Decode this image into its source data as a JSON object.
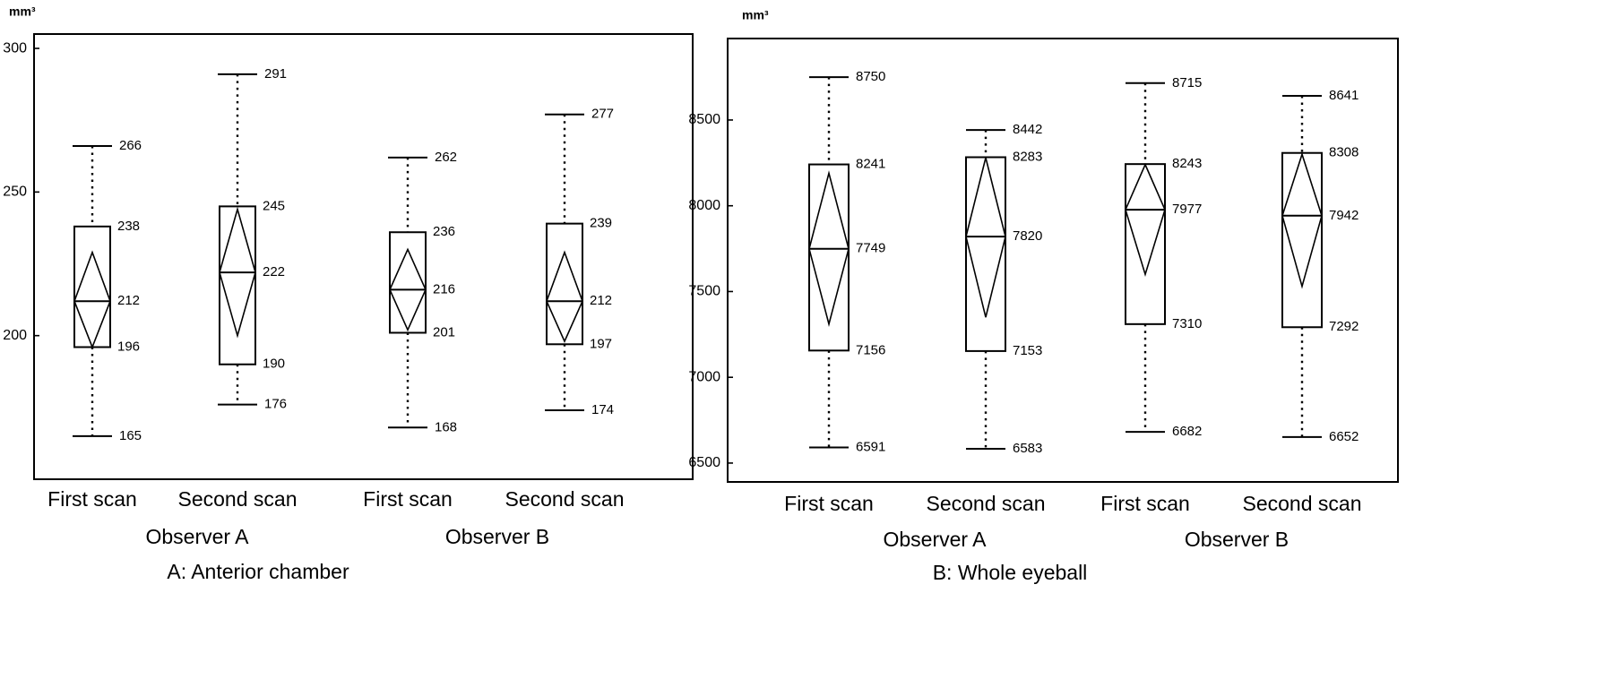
{
  "chart_data": [
    {
      "type": "box",
      "title": "A: Anterior chamber",
      "unit": "mm³",
      "ylim": [
        150,
        305
      ],
      "yticks": [
        200,
        250,
        300
      ],
      "categories": [
        "First scan",
        "Second scan",
        "First scan",
        "Second scan"
      ],
      "groups": [
        "Observer A",
        "Observer B"
      ],
      "boxes": [
        {
          "min": 165,
          "q1": 196,
          "median": 212,
          "q3": 238,
          "max": 266,
          "diamond_low": 196,
          "diamond_high": 229
        },
        {
          "min": 176,
          "q1": 190,
          "median": 222,
          "q3": 245,
          "max": 291,
          "diamond_low": 200,
          "diamond_high": 244
        },
        {
          "min": 168,
          "q1": 201,
          "median": 216,
          "q3": 236,
          "max": 262,
          "diamond_low": 202,
          "diamond_high": 230
        },
        {
          "min": 174,
          "q1": 197,
          "median": 212,
          "q3": 239,
          "max": 277,
          "diamond_low": 198,
          "diamond_high": 229
        }
      ],
      "labels": [
        {
          "max": "266",
          "q3": "238",
          "median": "212",
          "q1": "196",
          "min": "165"
        },
        {
          "max": "291",
          "q3": "245",
          "median": "222",
          "q1": "190",
          "min": "176"
        },
        {
          "max": "262",
          "q3": "236",
          "median": "216",
          "q1": "201",
          "min": "168"
        },
        {
          "max": "277",
          "q3": "239",
          "median": "212",
          "q1": "197",
          "min": "174"
        }
      ]
    },
    {
      "type": "box",
      "title": "B: Whole eyeball",
      "unit": "mm³",
      "ylim": [
        6390,
        8975
      ],
      "yticks": [
        6500,
        7000,
        7500,
        8000,
        8500
      ],
      "categories": [
        "First scan",
        "Second scan",
        "First scan",
        "Second scan"
      ],
      "groups": [
        "Observer A",
        "Observer B"
      ],
      "boxes": [
        {
          "min": 6591,
          "q1": 7156,
          "median": 7749,
          "q3": 8241,
          "max": 8750,
          "diamond_low": 7310,
          "diamond_high": 8190
        },
        {
          "min": 6583,
          "q1": 7153,
          "median": 7820,
          "q3": 8283,
          "max": 8442,
          "diamond_low": 7350,
          "diamond_high": 8280
        },
        {
          "min": 6682,
          "q1": 7310,
          "median": 7977,
          "q3": 8243,
          "max": 8715,
          "diamond_low": 7600,
          "diamond_high": 8240
        },
        {
          "min": 6652,
          "q1": 7292,
          "median": 7942,
          "q3": 8308,
          "max": 8641,
          "diamond_low": 7530,
          "diamond_high": 8300
        }
      ],
      "labels": [
        {
          "max": "8750",
          "q3": "8241",
          "median": "7749",
          "q1": "7156",
          "min": "6591"
        },
        {
          "max": "8442",
          "q3": "8283",
          "median": "7820",
          "q1": "7153",
          "min": "6583"
        },
        {
          "max": "8715",
          "q3": "8243",
          "median": "7977",
          "q1": "7310",
          "min": "6682"
        },
        {
          "max": "8641",
          "q3": "8308",
          "median": "7942",
          "q1": "7292",
          "min": "6652"
        }
      ]
    }
  ]
}
